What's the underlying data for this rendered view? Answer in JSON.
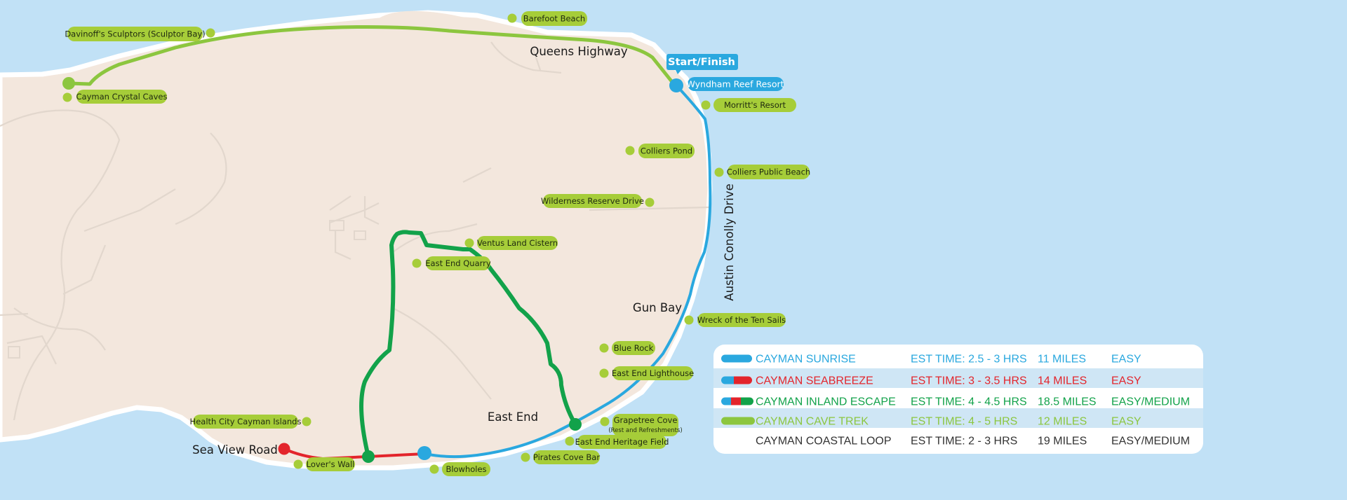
{
  "colors": {
    "sea": "#c1e1f6",
    "land": "#f3e7dd",
    "shore": "#ffffff",
    "roads": "#e2d7cd",
    "poi_green": "#a6cd39",
    "route_blue": "#2aa8df",
    "route_red": "#e3252c",
    "route_green": "#12a24a",
    "route_lightgreen": "#8cc63f",
    "legend_bg": "#ffffff",
    "legend_alt_bg": "#cfe6f5"
  },
  "icons": {
    "poi": "green-dot-icon",
    "start": "blue-circle-icon",
    "junction": "route-junction-icon"
  },
  "start_finish": {
    "label": "Start/Finish",
    "resort": "Wyndham Reef Resort"
  },
  "road_labels": {
    "queens_highway": "Queens Highway",
    "austin_conolly_drive": "Austin Conolly Drive",
    "gun_bay": "Gun Bay",
    "east_end": "East End",
    "sea_view_road": "Sea View Road"
  },
  "pois": [
    {
      "id": "davinoffs",
      "label": "Davinoff's Sculptors (Sculptor Bay)"
    },
    {
      "id": "barefoot",
      "label": "Barefoot Beach"
    },
    {
      "id": "crystal-caves",
      "label": "Cayman Crystal Caves"
    },
    {
      "id": "morritts",
      "label": "Morritt's Resort"
    },
    {
      "id": "colliers-pond",
      "label": "Colliers Pond"
    },
    {
      "id": "colliers-beach",
      "label": "Colliers Public Beach"
    },
    {
      "id": "wilderness",
      "label": "Wilderness Reserve Drive"
    },
    {
      "id": "ventus",
      "label": "Ventus Land Cistern"
    },
    {
      "id": "quarry",
      "label": "East End Quarry"
    },
    {
      "id": "ten-sails",
      "label": "Wreck of the Ten Sails"
    },
    {
      "id": "blue-rock",
      "label": "Blue Rock"
    },
    {
      "id": "lighthouse",
      "label": "East End Lighthouse"
    },
    {
      "id": "health-city",
      "label": "Health City Cayman Islands"
    },
    {
      "id": "grapetree",
      "label": "Grapetree Cove",
      "sub": "(Rest and Refreshments)"
    },
    {
      "id": "heritage",
      "label": "East End Heritage Field"
    },
    {
      "id": "pirates",
      "label": "Pirates Cove Bar"
    },
    {
      "id": "lovers",
      "label": "Lover's Wall"
    },
    {
      "id": "blowholes",
      "label": "Blowholes"
    }
  ],
  "legend": {
    "rows": [
      {
        "name": "CAYMAN SUNRISE",
        "time": "EST TIME: 2.5 - 3 HRS",
        "distance": "11 MILES",
        "difficulty": "EASY",
        "color": "#2aa8df"
      },
      {
        "name": "CAYMAN SEABREEZE",
        "time": "EST TIME: 3 - 3.5 HRS",
        "distance": "14 MILES",
        "difficulty": "EASY",
        "color": "#e3252c"
      },
      {
        "name": "CAYMAN INLAND ESCAPE",
        "time": "EST TIME: 4 - 4.5 HRS",
        "distance": "18.5 MILES",
        "difficulty": "EASY/MEDIUM",
        "color": "#12a24a"
      },
      {
        "name": "CAYMAN CAVE TREK",
        "time": "EST TIME: 4 - 5 HRS",
        "distance": "12 MILES",
        "difficulty": "EASY",
        "color": "#8cc63f"
      },
      {
        "name": "CAYMAN COASTAL LOOP",
        "time": "EST TIME: 2 - 3 HRS",
        "distance": "19 MILES",
        "difficulty": "EASY/MEDIUM",
        "color": "#333333"
      }
    ]
  }
}
